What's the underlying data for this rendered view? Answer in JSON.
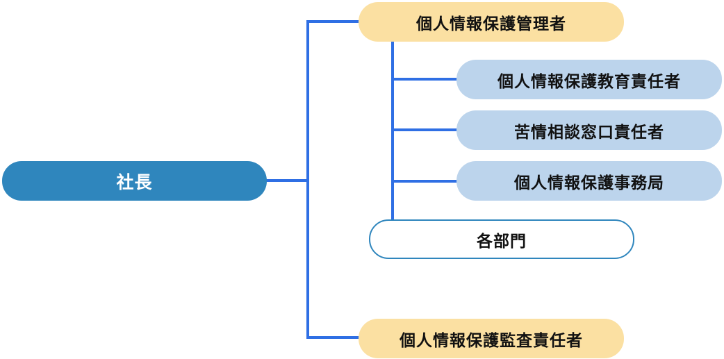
{
  "diagram": {
    "root": {
      "label": "社長"
    },
    "manager": {
      "label": "個人情報保護管理者",
      "children": [
        {
          "label": "個人情報保護教育責任者"
        },
        {
          "label": "苦情相談窓口責任者"
        },
        {
          "label": "個人情報保護事務局"
        }
      ]
    },
    "departments": {
      "label": "各部門"
    },
    "auditor": {
      "label": "個人情報保護監査責任者"
    },
    "colors": {
      "connector": "#2f6fe4",
      "root_fill": "#2f86bd",
      "yellow_fill": "#fbe0a2",
      "blue_fill": "#bcd4ec",
      "outline_border": "#2f86bd"
    }
  }
}
